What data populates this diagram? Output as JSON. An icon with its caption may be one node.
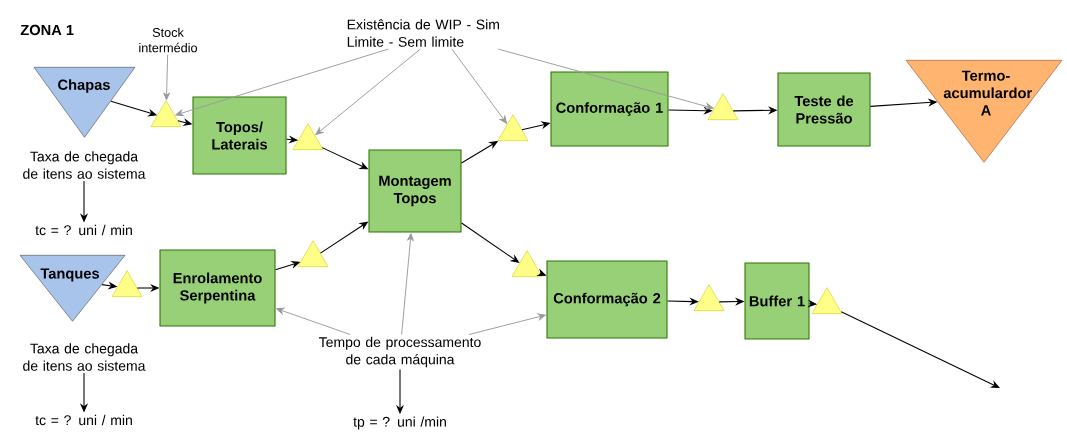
{
  "diagram": {
    "nodes": [
      {
        "text": [
          "Chapas"
        ]
      },
      {
        "text": [
          "Tanques"
        ]
      },
      {
        "text": [
          "Topos/ Laterais"
        ]
      },
      {
        "text": [
          "Enrolamento Serpentina"
        ]
      },
      {
        "text": [
          "Montagem Topos"
        ]
      },
      {
        "text": [
          "Conformação 1"
        ]
      },
      {
        "text": [
          "Teste de Pressão"
        ]
      },
      {
        "text": [
          "Termo-acumulardor A"
        ]
      },
      {
        "text": [
          "Conformação 2"
        ]
      },
      {
        "text": [
          "Buffer 1"
        ]
      },
      {
        "text": [],
        "shape": "triangle"
      },
      {
        "text": [],
        "shape": "triangle"
      },
      {
        "text": [],
        "shape": "triangle"
      },
      {
        "text": [],
        "shape": "triangle"
      },
      {
        "text": [],
        "shape": "triangle"
      },
      {
        "text": [],
        "shape": "triangle"
      },
      {
        "text": [],
        "shape": "triangle"
      },
      {
        "text": [],
        "shape": "triangle"
      },
      {
        "text": [],
        "shape": "triangle"
      },
      {
        "text": [
          "Stock intermédio"
        ]
      },
      {
        "text": [
          "Existência de WIP - Sim Limite - Sem limite"
        ]
      },
      {
        "text": [
          "Tempo de processamento de cada máquina"
        ]
      },
      {
        "text": [
          "Taxa de chegada de itens ao sistema"
        ]
      },
      {
        "text": [
          "tc = ? uni / min"
        ]
      },
      {
        "text": [
          "Taxa de chegada de itens ao sistema"
        ]
      },
      {
        "text": [
          "tc = ? uni / min"
        ]
      },
      {
        "text": [
          "tp = ? uni /min"
        ]
      }
    ],
    "edges": [
      {
        "from": 0,
        "to": 10,
        "arrow": "to"
      },
      {
        "from": 10,
        "to": 2,
        "arrow": "to"
      },
      {
        "from": 2,
        "to": 11,
        "arrow": "to"
      },
      {
        "from": 11,
        "to": 4,
        "arrow": "to"
      },
      {
        "from": 1,
        "to": 12,
        "arrow": "to"
      },
      {
        "from": 12,
        "to": 3,
        "arrow": "to"
      },
      {
        "from": 3,
        "to": 13,
        "arrow": "to"
      },
      {
        "from": 13,
        "to": 4,
        "arrow": "to"
      },
      {
        "from": 4,
        "to": 14,
        "arrow": "to"
      },
      {
        "from": 14,
        "to": 5,
        "arrow": "to"
      },
      {
        "from": 4,
        "to": 16,
        "arrow": "to"
      },
      {
        "from": 16,
        "to": 8,
        "arrow": "to"
      },
      {
        "from": 5,
        "to": 15,
        "arrow": "to"
      },
      {
        "from": 15,
        "to": 6,
        "arrow": "to"
      },
      {
        "from": 6,
        "to": 7,
        "arrow": "to"
      },
      {
        "from": 8,
        "to": 17,
        "arrow": "to"
      },
      {
        "from": 17,
        "to": 9,
        "arrow": "to"
      },
      {
        "from": 9,
        "to": 18,
        "arrow": "to"
      },
      {
        "from": 18,
        "to": null,
        "arrow": "to"
      },
      {
        "from": 19,
        "to": 10,
        "arrow": "to",
        "color": "#999999"
      },
      {
        "from": 20,
        "to": 10,
        "arrow": "to",
        "color": "#999999"
      },
      {
        "from": 20,
        "to": 11,
        "arrow": "to",
        "color": "#999999"
      },
      {
        "from": 20,
        "to": 14,
        "arrow": "to",
        "color": "#999999"
      },
      {
        "from": 20,
        "to": 15,
        "arrow": "to",
        "color": "#999999"
      },
      {
        "from": 21,
        "to": 3,
        "arrow": "to",
        "color": "#999999"
      },
      {
        "from": 21,
        "to": 4,
        "arrow": "to",
        "color": "#999999"
      },
      {
        "from": 21,
        "to": 8,
        "arrow": "to",
        "color": "#999999"
      },
      {
        "from": 22,
        "to": 23,
        "arrow": "to"
      },
      {
        "from": 24,
        "to": 25,
        "arrow": "to"
      },
      {
        "from": 21,
        "to": 26,
        "arrow": "to"
      }
    ],
    "labels": [
      "ZONA 1"
    ]
  }
}
